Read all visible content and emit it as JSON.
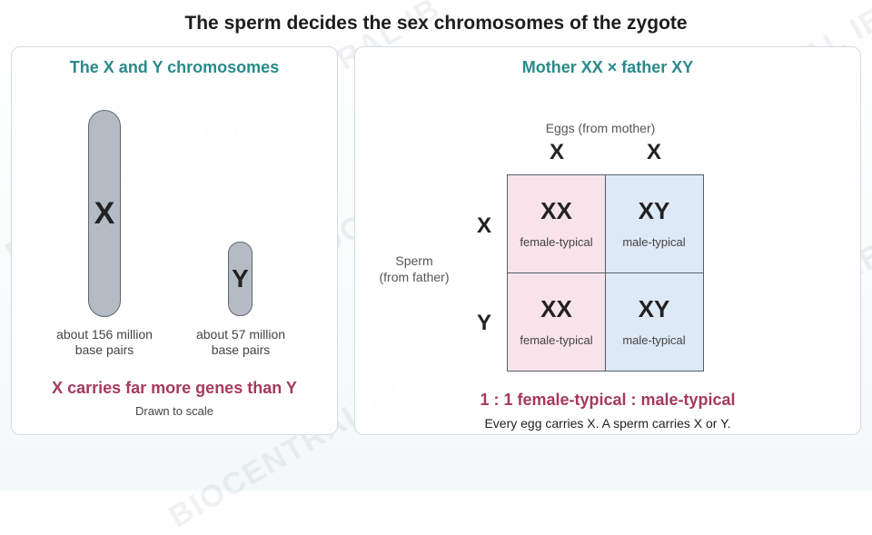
{
  "title": "The sperm decides the sex chromosomes of the zygote",
  "watermark": "BIOCENTRAL IB",
  "left_panel": {
    "title": "The X and Y chromosomes",
    "x_chromosome": {
      "label": "X",
      "size_line1": "about 156 million",
      "size_line2": "base pairs"
    },
    "y_chromosome": {
      "label": "Y",
      "size_line1": "about 57 million",
      "size_line2": "base pairs"
    },
    "conclusion": "X carries far more genes than Y",
    "note": "Drawn to scale"
  },
  "right_panel": {
    "title": "Mother XX × father XY",
    "eggs_caption": "Eggs (from mother)",
    "egg_alleles": [
      "X",
      "X"
    ],
    "sperm_caption_line1": "Sperm",
    "sperm_caption_line2": "(from father)",
    "sperm_alleles": [
      "X",
      "Y"
    ],
    "cells": [
      {
        "genotype": "XX",
        "phenotype": "female-typical",
        "kind": "female"
      },
      {
        "genotype": "XY",
        "phenotype": "male-typical",
        "kind": "male"
      },
      {
        "genotype": "XX",
        "phenotype": "female-typical",
        "kind": "female"
      },
      {
        "genotype": "XY",
        "phenotype": "male-typical",
        "kind": "male"
      }
    ],
    "ratio": "1 : 1 female-typical : male-typical",
    "explanation": "Every egg carries X. A sperm carries X or Y."
  },
  "colors": {
    "panel_title": "#2a8a8a",
    "conclusion": "#a63a5c",
    "female_cell": "#f8e3ea",
    "male_cell": "#dde9f7",
    "chromosome": "#b3bcc5"
  }
}
